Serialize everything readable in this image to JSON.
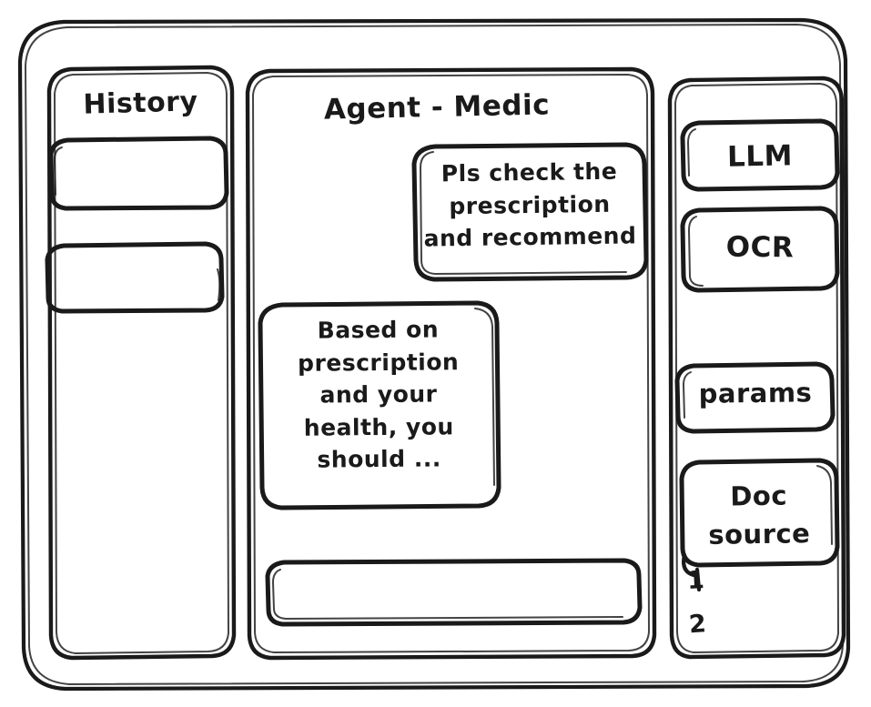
{
  "app": {
    "style": "hand-drawn-wireframe",
    "stroke_color": "#1a1a1a",
    "background_color": "#ffffff"
  },
  "sidebar_left": {
    "title": "History",
    "items": [
      {
        "label": "",
        "name": "history-item-1"
      },
      {
        "label": "",
        "name": "history-item-2"
      }
    ]
  },
  "main": {
    "title": "Agent - Medic",
    "messages": [
      {
        "role": "user",
        "text": "Pls check the\nprescription\nand recommend"
      },
      {
        "role": "agent",
        "text": "Based on\nprescription\nand your\nhealth, you\nshould ..."
      }
    ],
    "composer": {
      "value": "",
      "placeholder": ""
    }
  },
  "sidebar_right": {
    "tools": [
      {
        "label": "LLM",
        "name": "tool-llm"
      },
      {
        "label": "OCR",
        "name": "tool-ocr"
      },
      {
        "label": "params",
        "name": "tool-params"
      }
    ],
    "doc_source": {
      "label": "Doc\nsource",
      "items": [
        "1",
        "2"
      ]
    }
  }
}
